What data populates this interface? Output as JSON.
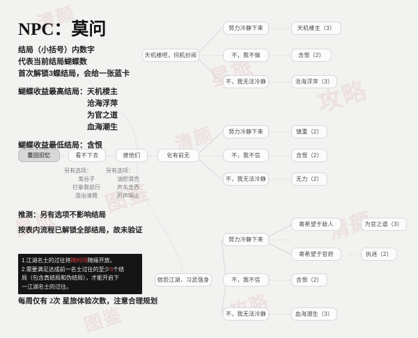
{
  "header": {
    "npc_label": "NPC：",
    "npc_name": "莫问"
  },
  "notes": {
    "line1": "结局（小括号）内数字",
    "line2": "代表当前结局蝴蝶数",
    "line3": "首次解锁3蝶结局，会给一张蓝卡",
    "best_label": "蝴蝶收益最高结局：",
    "best_values": [
      "天机楼主",
      "沧海浮萍",
      "为官之道",
      "血海潮生"
    ],
    "worst_label": "蝴蝶收益最低结局：",
    "worst_value": "含恨"
  },
  "prediction": {
    "line1": "推测：另有选项不影响结局",
    "line2": "按表内流程已解锁全部结局，故未验证"
  },
  "warning": {
    "l1_a": "1.江湖名士的过往将",
    "l1_hl": "随时间",
    "l1_b": "随缘开放。",
    "l2_a": "2.需要满足达成前一名士过往的至少",
    "l2_hl": "3",
    "l2_b": "个结",
    "l3": "局（包含真结局和伪结局），才能开启下",
    "l4": "一江湖名士的过往。"
  },
  "footer": {
    "text_a": "每周仅有 ",
    "count": "2",
    "text_b": "次 星旅体验次数，注意合理规划"
  },
  "flow": {
    "start": "重回旧忆",
    "stage1": "看不下去",
    "stage2": "撩他们",
    "stage3": "化有前无",
    "branch_top": "天机楼吧，伺机抄阅",
    "branch_bottom": "宿怨江湖，习武强身",
    "alt1": {
      "head": "另有选项：",
      "items": [
        "鬼谷子",
        "打拳我就行",
        "游治清霞"
      ]
    },
    "alt2": {
      "head": "另有选项：",
      "items": [
        "油腔滑舌",
        "声东击西",
        "厉声喝止"
      ]
    },
    "groups": [
      {
        "name": "group-top",
        "choices": [
          {
            "choice": "努力冷静下来",
            "ending": "天机楼主（3）"
          },
          {
            "choice": "不，我不做",
            "ending": "含恨（2）"
          },
          {
            "choice": "不，我无法冷静",
            "ending": "沧海浮萍（3）"
          }
        ]
      },
      {
        "name": "group-mid",
        "choices": [
          {
            "choice": "努力冷静下来",
            "ending": "镇重（2）"
          },
          {
            "choice": "不，我不信",
            "ending": "含恨（2）"
          },
          {
            "choice": "不，我无法冷静",
            "ending": "无力（2）"
          }
        ]
      },
      {
        "name": "group-bottom",
        "choices": [
          {
            "choice": "努力冷静下来",
            "sub": [
              {
                "choice": "寄希望于敌人",
                "ending": "为官之道（3）"
              },
              {
                "choice": "寄希望于官府",
                "ending": "执迷（2）"
              }
            ]
          },
          {
            "choice": "不，我不信",
            "ending": "含恨（2）"
          },
          {
            "choice": "不，我无法冷静",
            "ending": "血海潮生（3）"
          }
        ]
      }
    ]
  },
  "watermarks": [
    "清颜",
    "星旅",
    "攻略",
    "图鉴",
    "清颜",
    "星旅",
    "攻略",
    "图鉴",
    "清颜"
  ]
}
